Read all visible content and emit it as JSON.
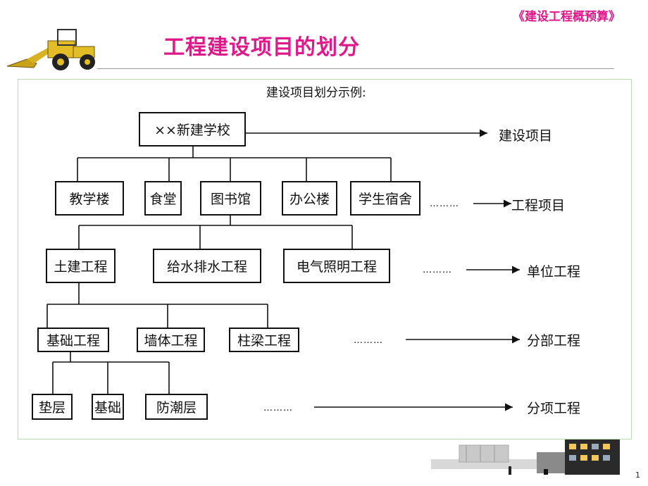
{
  "header": {
    "title": "工程建设项目的划分",
    "corner_text": "《建设工程概预算》"
  },
  "figure": {
    "caption": "建设项目划分示例:",
    "level1": {
      "box": "××新建学校",
      "label": "建设项目"
    },
    "level2": {
      "boxes": [
        "教学楼",
        "食堂",
        "图书馆",
        "办公楼",
        "学生宿舍"
      ],
      "dots": "………",
      "label": "工程项目"
    },
    "level3": {
      "boxes": [
        "土建工程",
        "给水排水工程",
        "电气照明工程"
      ],
      "dots": "………",
      "label": "单位工程"
    },
    "level4": {
      "boxes": [
        "基础工程",
        "墙体工程",
        "柱梁工程"
      ],
      "dots": "………",
      "label": "分部工程"
    },
    "level5": {
      "boxes": [
        "垫层",
        "基础",
        "防潮层"
      ],
      "dots": "………",
      "label": "分项工程"
    }
  },
  "footer": {
    "page_number": "1"
  },
  "colors": {
    "title": "#e0198a",
    "frame_border": "#b9d9b3",
    "line": "#111111"
  }
}
